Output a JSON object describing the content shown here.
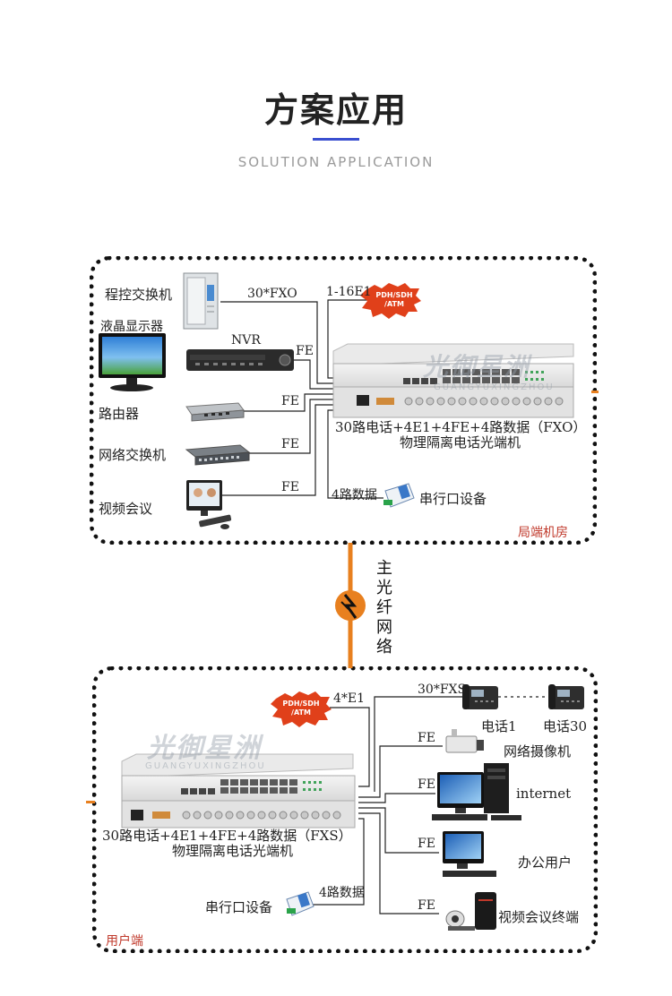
{
  "header": {
    "title": "方案应用",
    "subtitle": "SOLUTION APPLICATION"
  },
  "top_site": {
    "corner_label": "局端机房",
    "devices": {
      "pbx": "程控交换机",
      "monitor": "液晶显示器",
      "nvr": "NVR",
      "router": "路由器",
      "switch": "网络交换机",
      "video_conf": "视频会议",
      "serial": "串行口设备"
    },
    "links": {
      "fxo": "30*FXO",
      "e1": "1-16E1",
      "fe1": "FE",
      "fe2": "FE",
      "fe3": "FE",
      "fe4": "FE",
      "data4": "4路数据"
    },
    "cloud": [
      "PDH/SDH",
      "/ATM"
    ],
    "equipment": {
      "line1": "30路电话+4E1+4FE+4路数据（FXO）",
      "line2": "物理隔离电话光端机",
      "watermark": "光御星洲",
      "watermark_en": "GUANGYUXINGZHOU"
    }
  },
  "fiber": {
    "label": "主光纤网络",
    "chars": [
      "主",
      "光",
      "纤",
      "网",
      "络"
    ]
  },
  "bottom_site": {
    "corner_label": "用户端",
    "devices": {
      "phone1": "电话1",
      "phone30": "电话30",
      "ipcam": "网络摄像机",
      "internet": "internet",
      "office": "办公用户",
      "video_term": "视频会议终端",
      "serial": "串行口设备"
    },
    "links": {
      "e1": "4*E1",
      "fxs": "30*FXS",
      "fe1": "FE",
      "fe2": "FE",
      "fe3": "FE",
      "fe4": "FE",
      "data4": "4路数据"
    },
    "cloud": [
      "PDH/SDH",
      "/ATM"
    ],
    "equipment": {
      "line1": "30路电话+4E1+4FE+4路数据（FXS）",
      "line2": "物理隔离电话光端机",
      "watermark": "光御星洲",
      "watermark_en": "GUANGYUXINGZHOU"
    }
  },
  "colors": {
    "accent": "#3a4fd0",
    "fiber": "#e8801f",
    "cloud": "#e0401a",
    "corner": "#c0392b"
  }
}
